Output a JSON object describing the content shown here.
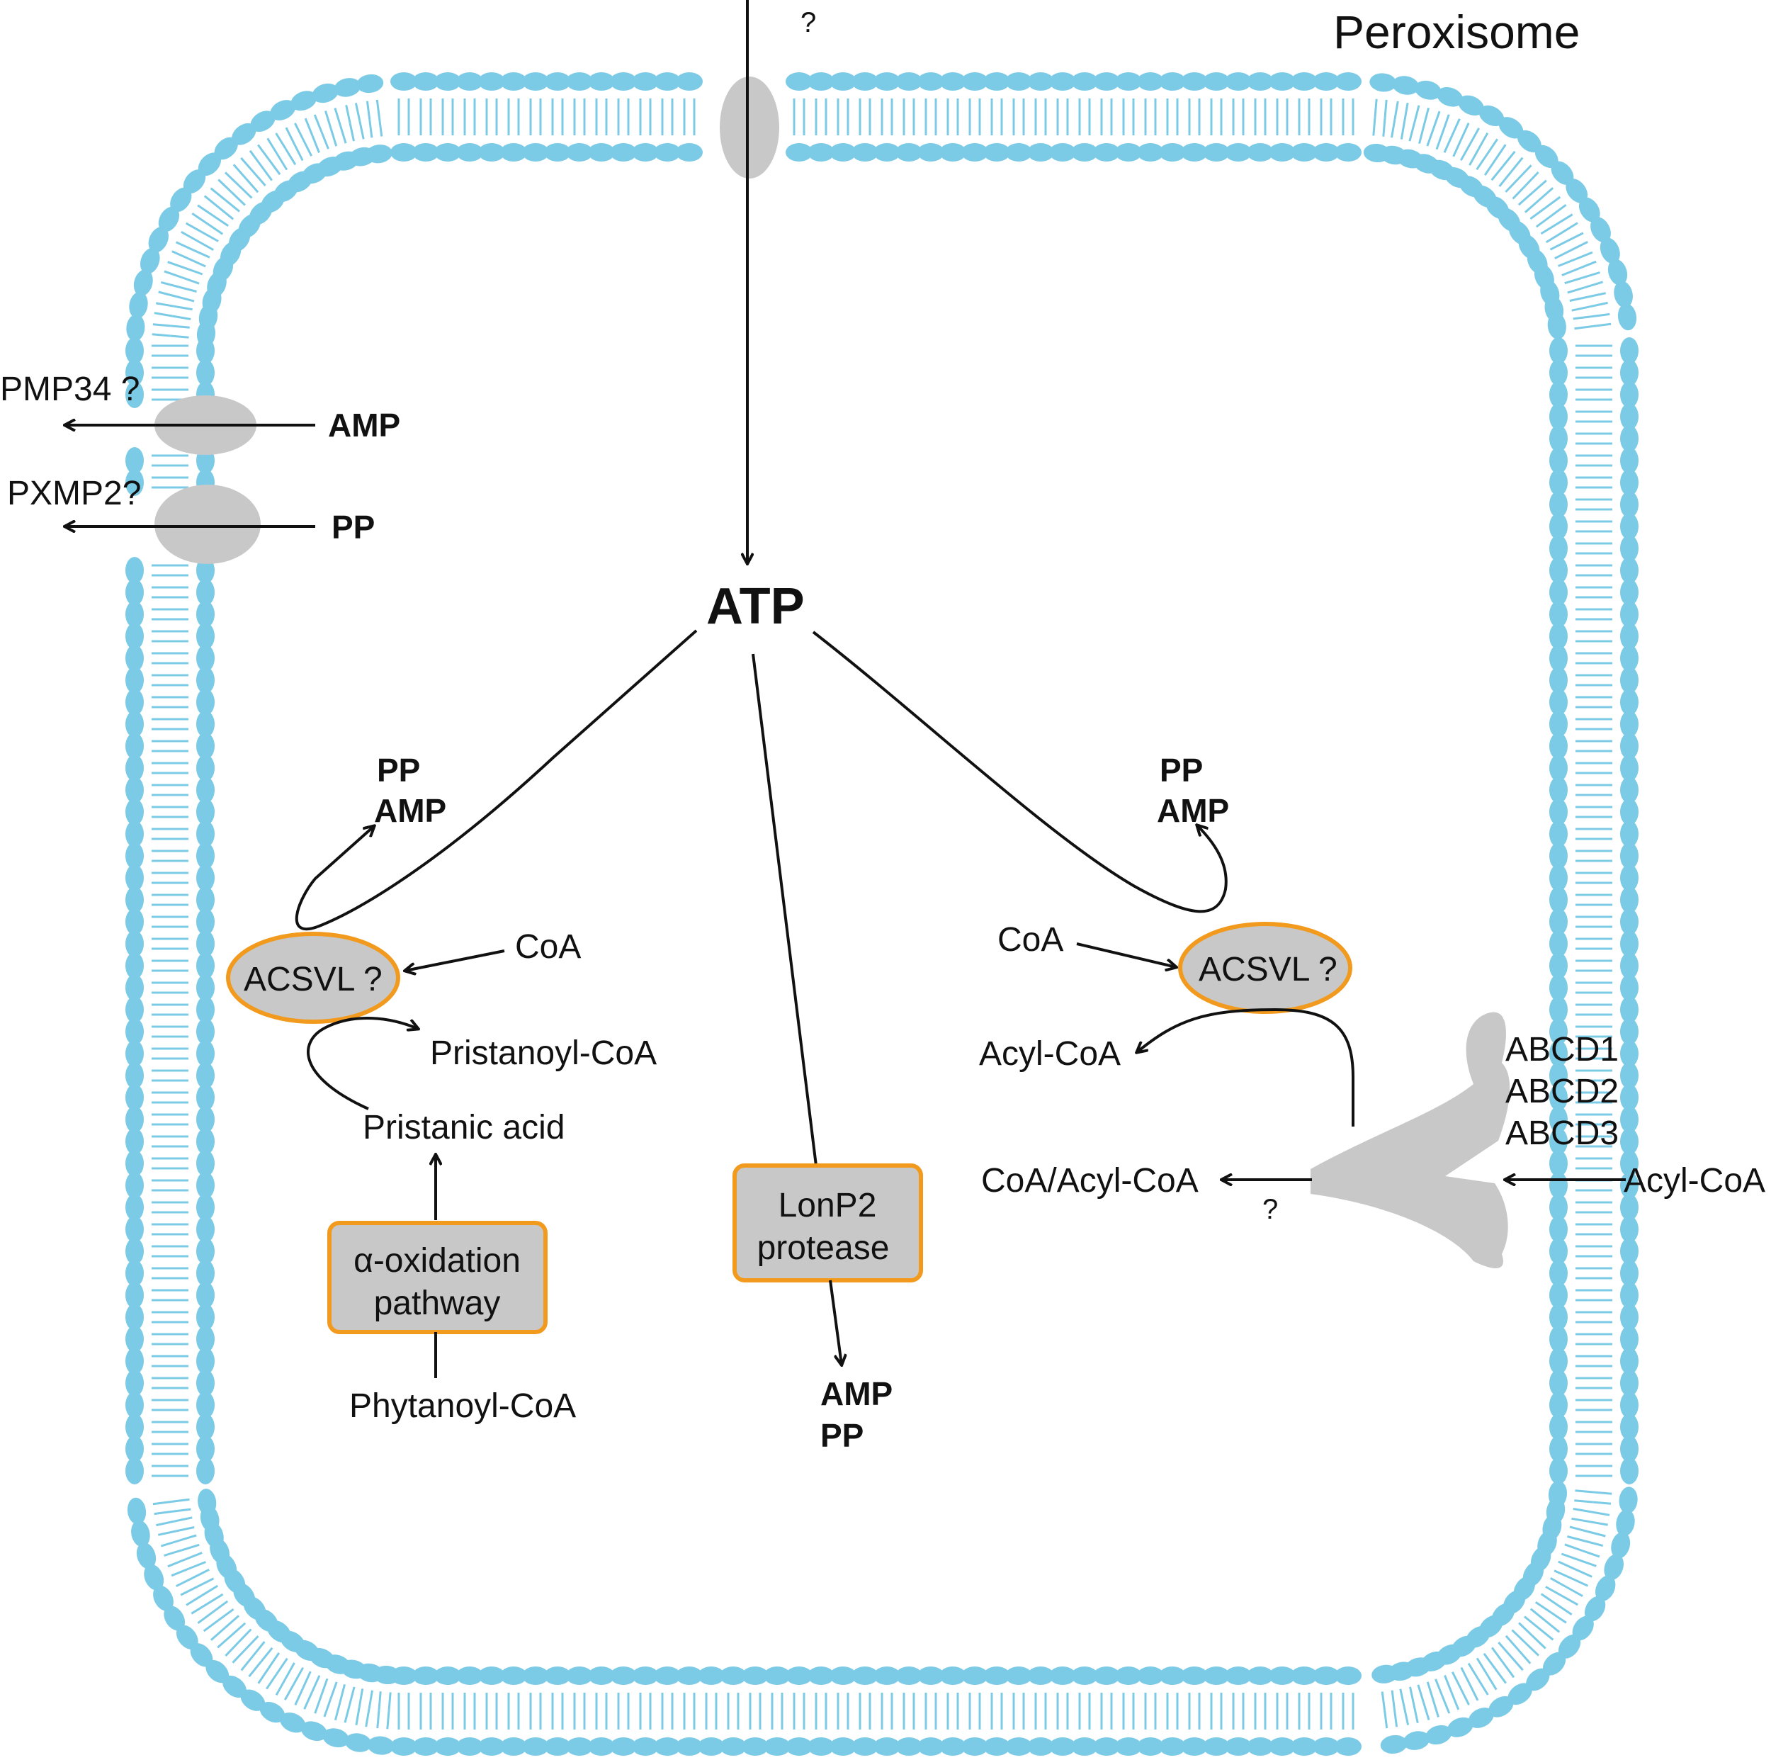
{
  "title": "Peroxisome",
  "colors": {
    "membrane": "#7ccbe6",
    "protein": "#c8c8c8",
    "enzyme_border": "#f29a1e",
    "line": "#111111"
  },
  "labels": {
    "top_question": "?",
    "atp": "ATP",
    "pmp34": "PMP34 ?",
    "pxmp2": "PXMP2?",
    "amp_export": "AMP",
    "pp_export": "PP",
    "left_products_pp": "PP",
    "left_products_amp": "AMP",
    "right_products_pp": "PP",
    "right_products_amp": "AMP",
    "acsvl_left": "ACSVL ?",
    "acsvl_right": "ACSVL ?",
    "coa_left": "CoA",
    "coa_right": "CoA",
    "pristanoyl_coa": "Pristanoyl-CoA",
    "pristanic_acid": "Pristanic acid",
    "alpha_ox_line1": "α-oxidation",
    "alpha_ox_line2": "pathway",
    "phytanoyl_coa": "Phytanoyl-CoA",
    "lonp2_line1": "LonP2",
    "lonp2_line2": "protease",
    "lonp2_amp": "AMP",
    "lonp2_pp": "PP",
    "acyl_coa_product": "Acyl-CoA",
    "abcd1": "ABCD1",
    "abcd2": "ABCD2",
    "abcd3": "ABCD3",
    "coa_acyl_coa": "CoA/Acyl-CoA",
    "abcd_question": "?",
    "acyl_coa_outside": "Acyl-CoA"
  }
}
